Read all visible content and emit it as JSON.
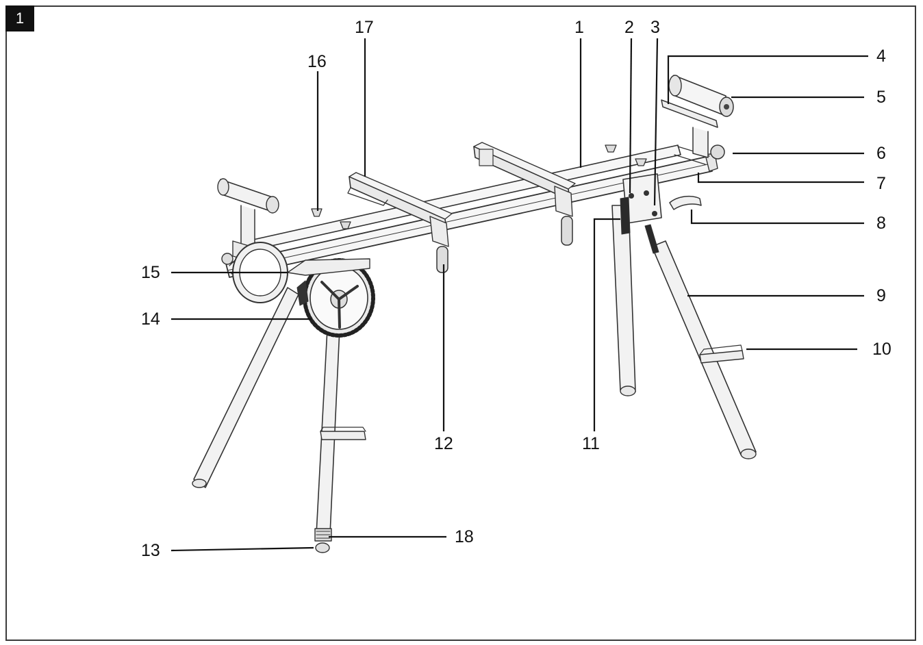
{
  "figure": {
    "badge": "1",
    "callouts": [
      {
        "id": "1",
        "text": "1"
      },
      {
        "id": "2",
        "text": "2"
      },
      {
        "id": "3",
        "text": "3"
      },
      {
        "id": "4",
        "text": "4"
      },
      {
        "id": "5",
        "text": "5"
      },
      {
        "id": "6",
        "text": "6"
      },
      {
        "id": "7",
        "text": "7"
      },
      {
        "id": "8",
        "text": "8"
      },
      {
        "id": "9",
        "text": "9"
      },
      {
        "id": "10",
        "text": "10"
      },
      {
        "id": "11",
        "text": "11"
      },
      {
        "id": "12",
        "text": "12"
      },
      {
        "id": "13",
        "text": "13"
      },
      {
        "id": "14",
        "text": "14"
      },
      {
        "id": "15",
        "text": "15"
      },
      {
        "id": "16",
        "text": "16"
      },
      {
        "id": "17",
        "text": "17"
      },
      {
        "id": "18",
        "text": "18"
      }
    ]
  }
}
